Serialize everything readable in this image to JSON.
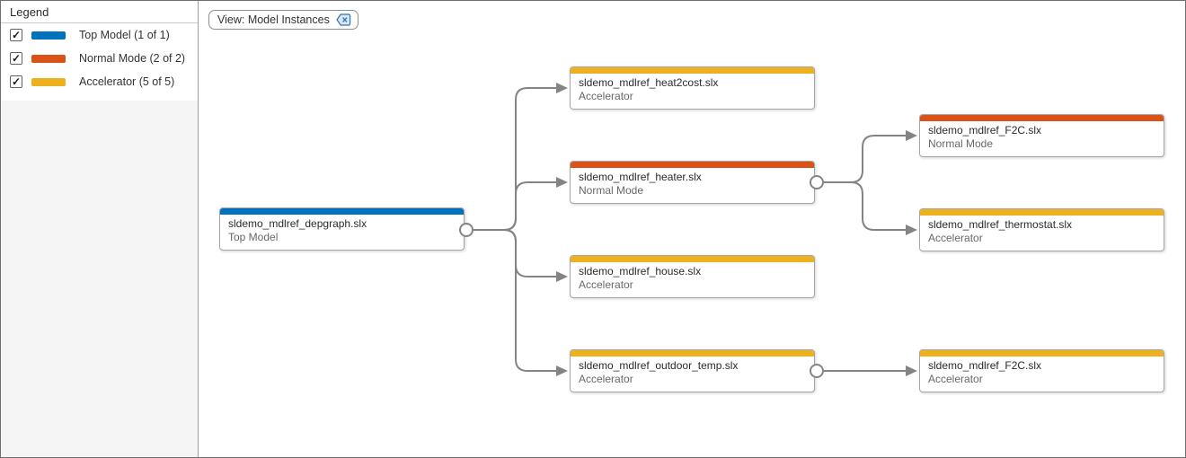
{
  "legend": {
    "title": "Legend",
    "items": [
      {
        "label": "Top Model (1 of 1)",
        "color": "#0072BD",
        "checked": true
      },
      {
        "label": "Normal Mode (2 of 2)",
        "color": "#D95319",
        "checked": true
      },
      {
        "label": "Accelerator (5 of 5)",
        "color": "#EDB120",
        "checked": true
      }
    ]
  },
  "view_filter": {
    "label": "View: Model Instances",
    "close_icon": "clear-filter-backspace-icon"
  },
  "graph": {
    "nodes": [
      {
        "id": "depgraph",
        "title": "sldemo_mdlref_depgraph.slx",
        "subtitle": "Top Model",
        "color": "#0072BD"
      },
      {
        "id": "heat2cost",
        "title": "sldemo_mdlref_heat2cost.slx",
        "subtitle": "Accelerator",
        "color": "#EDB120"
      },
      {
        "id": "heater",
        "title": "sldemo_mdlref_heater.slx",
        "subtitle": "Normal Mode",
        "color": "#D95319"
      },
      {
        "id": "house",
        "title": "sldemo_mdlref_house.slx",
        "subtitle": "Accelerator",
        "color": "#EDB120"
      },
      {
        "id": "outdoor_temp",
        "title": "sldemo_mdlref_outdoor_temp.slx",
        "subtitle": "Accelerator",
        "color": "#EDB120"
      },
      {
        "id": "f2c_normal",
        "title": "sldemo_mdlref_F2C.slx",
        "subtitle": "Normal Mode",
        "color": "#D95319"
      },
      {
        "id": "thermostat",
        "title": "sldemo_mdlref_thermostat.slx",
        "subtitle": "Accelerator",
        "color": "#EDB120"
      },
      {
        "id": "f2c_accelerator",
        "title": "sldemo_mdlref_F2C.slx",
        "subtitle": "Accelerator",
        "color": "#EDB120"
      }
    ],
    "edges": [
      {
        "from": "depgraph",
        "to": "heat2cost"
      },
      {
        "from": "depgraph",
        "to": "heater"
      },
      {
        "from": "depgraph",
        "to": "house"
      },
      {
        "from": "depgraph",
        "to": "outdoor_temp"
      },
      {
        "from": "heater",
        "to": "f2c_normal"
      },
      {
        "from": "heater",
        "to": "thermostat"
      },
      {
        "from": "outdoor_temp",
        "to": "f2c_accelerator"
      }
    ],
    "colors": {
      "edge": "#848484",
      "node_border": "#a6a6a6"
    }
  }
}
